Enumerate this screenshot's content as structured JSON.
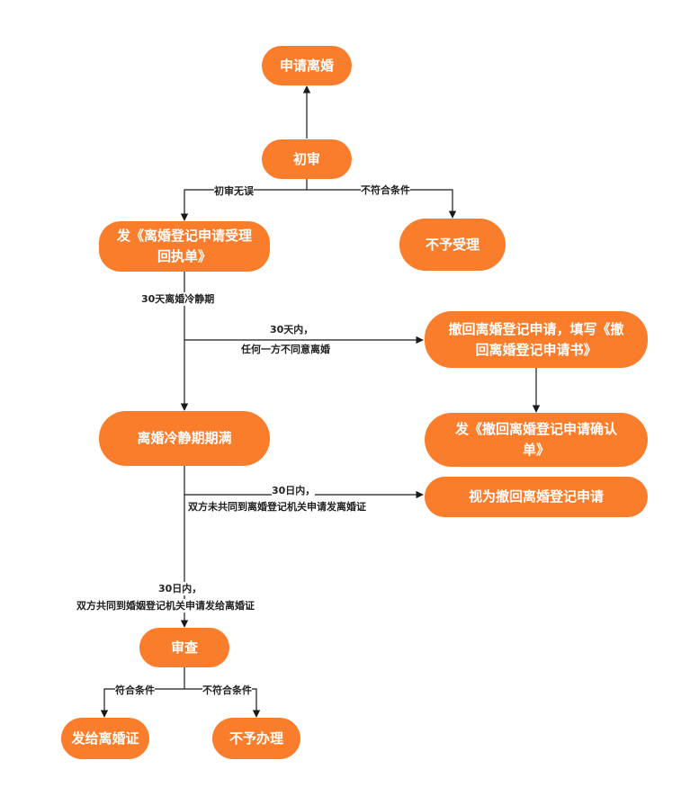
{
  "colors": {
    "node_fill": "#fa7d2c",
    "node_text": "#ffffff",
    "line": "#1a1a1a",
    "label_text": "#222222"
  },
  "nodes": {
    "apply_divorce": "申请离婚",
    "initial_review": "初审",
    "issue_receipt": "发《离婚登记申请受理回执单》",
    "reject_application": "不予受理",
    "withdraw_fill_form": "撤回离婚登记申请，填写《撤回离婚登记申请书》",
    "issue_withdraw_confirm": "发《撤回离婚登记申请确认单》",
    "cooling_period_ends": "离婚冷静期期满",
    "deemed_withdrawn": "视为撤回离婚登记申请",
    "examination": "审查",
    "issue_certificate": "发给离婚证",
    "not_processed": "不予办理"
  },
  "edge_labels": {
    "review_ok": "初审无误",
    "review_not_qualified": "不符合条件",
    "cooling_period": "30天离婚冷静期",
    "within_30_days": "30天内，",
    "either_party_disagrees": "任何一方不同意离婚",
    "within_30_days_2": "30日内，",
    "both_not_apply": "双方未共同到离婚登记机关申请发离婚证",
    "within_30_days_3": "30日内，",
    "both_apply": "双方共同到婚姻登记机关申请发给离婚证",
    "qualified": "符合条件",
    "not_qualified": "不符合条件"
  }
}
